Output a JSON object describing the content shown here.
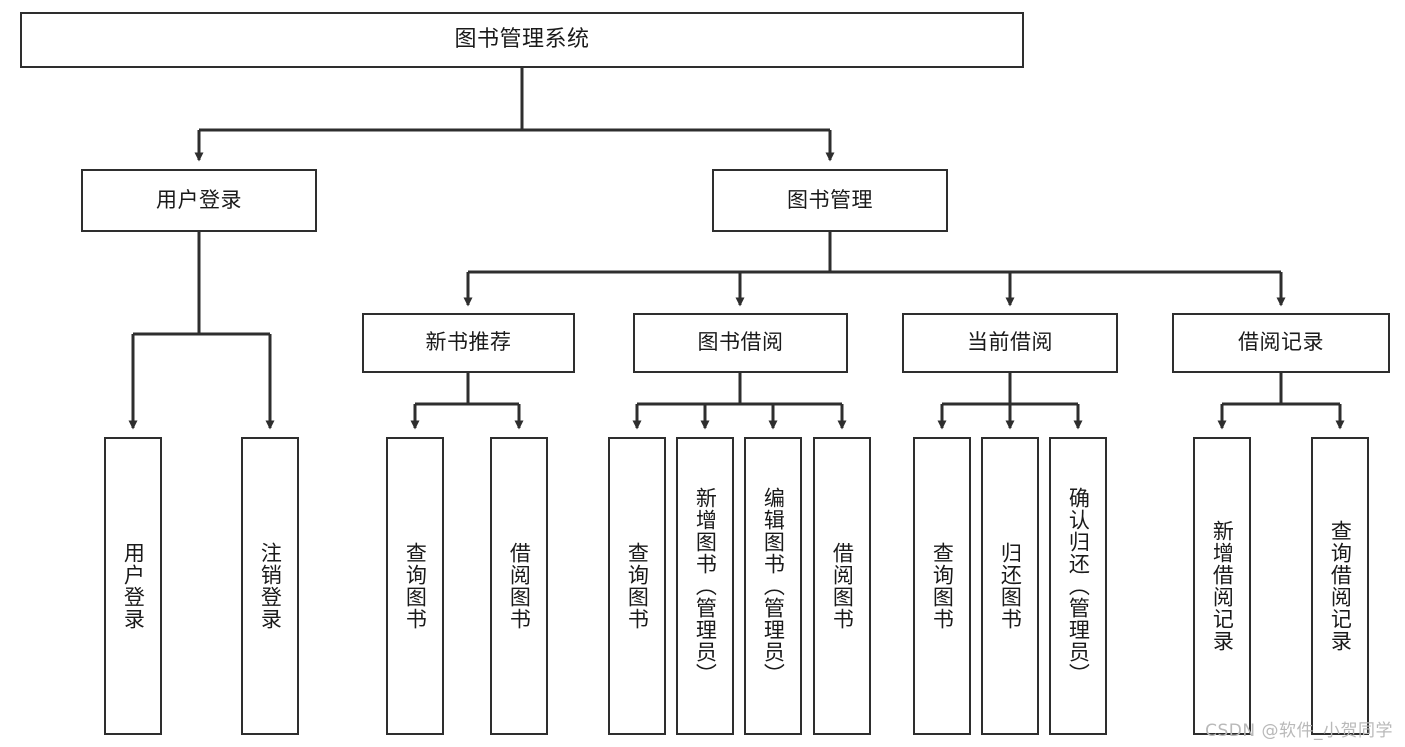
{
  "diagram": {
    "type": "tree-hierarchy-chart",
    "title": "图书管理系统",
    "root": {
      "label": "图书管理系统"
    },
    "level2": [
      {
        "id": "user-login",
        "label": "用户登录"
      },
      {
        "id": "book-management",
        "label": "图书管理"
      }
    ],
    "level3": [
      {
        "id": "new-book-recommend",
        "label": "新书推荐",
        "parent": "book-management"
      },
      {
        "id": "book-borrow",
        "label": "图书借阅",
        "parent": "book-management"
      },
      {
        "id": "current-borrow",
        "label": "当前借阅",
        "parent": "book-management"
      },
      {
        "id": "borrow-record",
        "label": "借阅记录",
        "parent": "book-management"
      }
    ],
    "leaves": [
      {
        "id": "leaf-user-login",
        "label": "用户登录",
        "parent": "user-login"
      },
      {
        "id": "leaf-logout-login",
        "label": "注销登录",
        "parent": "user-login"
      },
      {
        "id": "leaf-query-book-1",
        "label": "查询图书",
        "parent": "new-book-recommend"
      },
      {
        "id": "leaf-borrow-book-1",
        "label": "借阅图书",
        "parent": "new-book-recommend"
      },
      {
        "id": "leaf-query-book-2",
        "label": "查询图书",
        "parent": "book-borrow"
      },
      {
        "id": "leaf-add-book",
        "label": "新增图书（管理员）",
        "parent": "book-borrow"
      },
      {
        "id": "leaf-edit-book",
        "label": "编辑图书（管理员）",
        "parent": "book-borrow"
      },
      {
        "id": "leaf-borrow-book-2",
        "label": "借阅图书",
        "parent": "book-borrow"
      },
      {
        "id": "leaf-query-book-3",
        "label": "查询图书",
        "parent": "current-borrow"
      },
      {
        "id": "leaf-return-book",
        "label": "归还图书",
        "parent": "current-borrow"
      },
      {
        "id": "leaf-confirm-return",
        "label": "确认归还（管理员）",
        "parent": "current-borrow"
      },
      {
        "id": "leaf-add-record",
        "label": "新增借阅记录",
        "parent": "borrow-record"
      },
      {
        "id": "leaf-query-record",
        "label": "查询借阅记录",
        "parent": "borrow-record"
      }
    ],
    "colors": {
      "stroke": "#2e2e2e",
      "background": "#ffffff",
      "text": "#1a1a1a",
      "watermark": "#b9b9b9"
    }
  },
  "watermark": {
    "text": "CSDN @软件_小贺同学"
  }
}
